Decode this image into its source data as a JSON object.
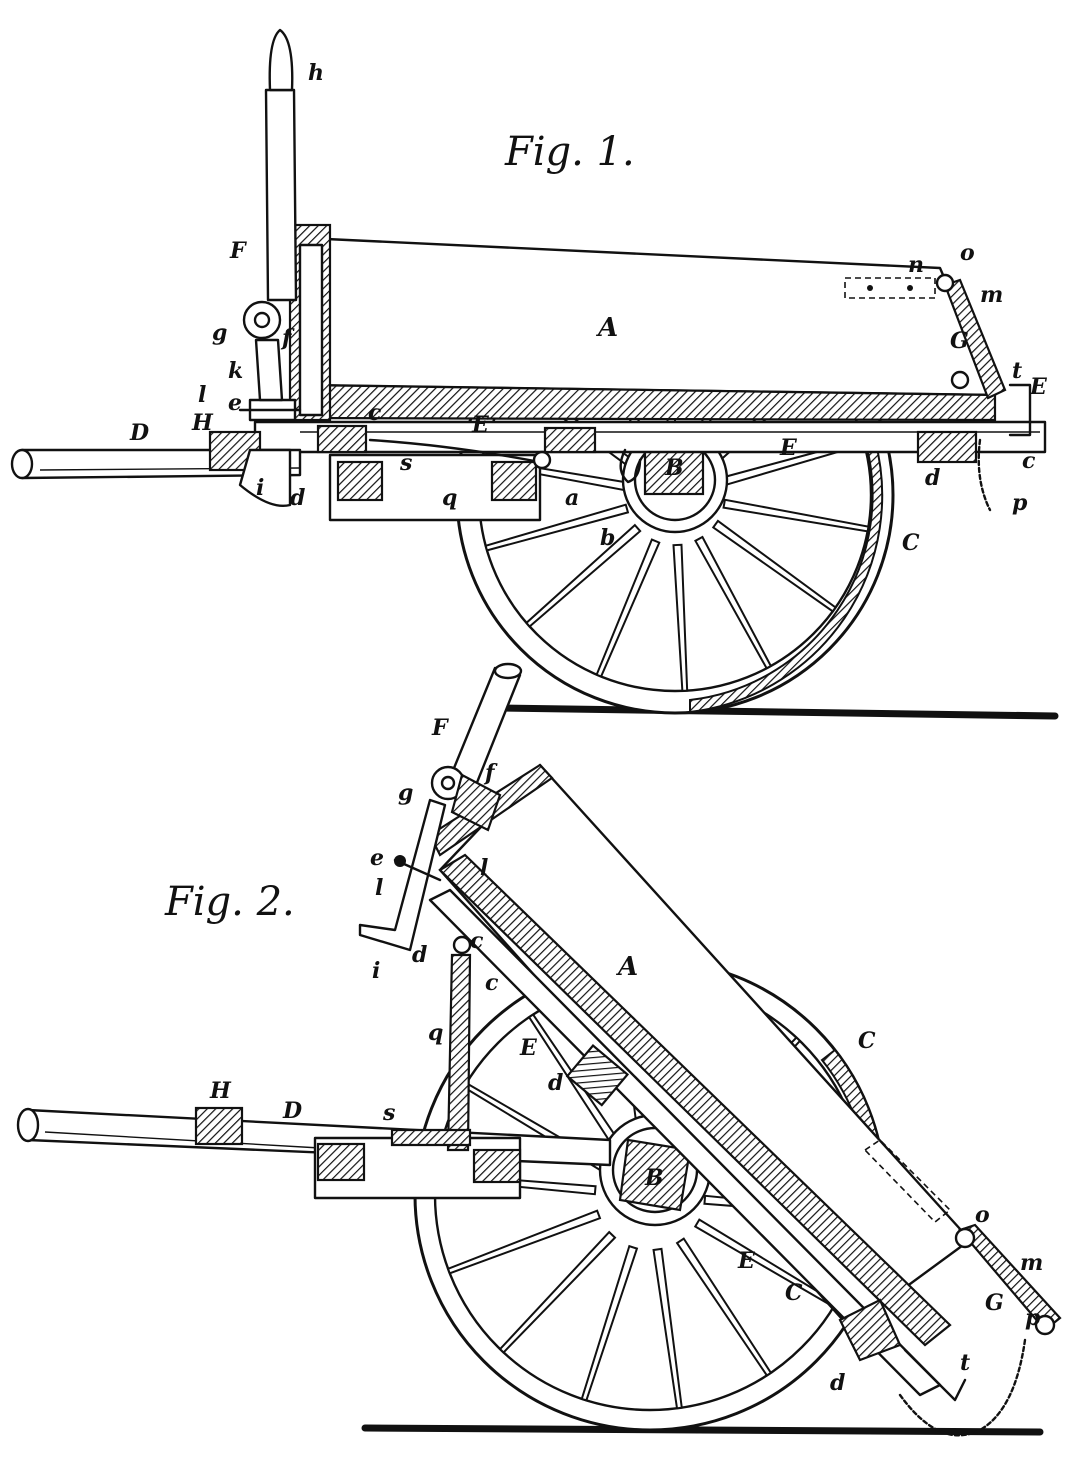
{
  "figures": [
    {
      "id": "fig1",
      "title": "Fig. 1.",
      "labels": {
        "h": "h",
        "F": "F",
        "g": "g",
        "f": "f",
        "k": "k",
        "l": "l",
        "e": "e",
        "H": "H",
        "i": "i",
        "D": "D",
        "d": "d",
        "c_bar": "c",
        "E": "E",
        "s": "s",
        "q": "q",
        "a": "a",
        "b": "b",
        "B": "B",
        "E2": "E",
        "A": "A",
        "n": "n",
        "o": "o",
        "m": "m",
        "G": "G",
        "t": "t",
        "E3": "E",
        "c": "c",
        "d2": "d",
        "p": "p",
        "C": "C"
      }
    },
    {
      "id": "fig2",
      "title": "Fig. 2.",
      "labels": {
        "F": "F",
        "g": "g",
        "f": "f",
        "e": "e",
        "l": "l",
        "l2": "l",
        "d": "d",
        "c": "c",
        "i": "i",
        "c2": "c",
        "q": "q",
        "E": "E",
        "A": "A",
        "C": "C",
        "H": "H",
        "D": "D",
        "s": "s",
        "d2": "d",
        "B": "B",
        "E2": "E",
        "C2": "C",
        "d3": "d",
        "t": "t",
        "p": "p",
        "o": "o",
        "m": "m",
        "G": "G"
      }
    }
  ]
}
